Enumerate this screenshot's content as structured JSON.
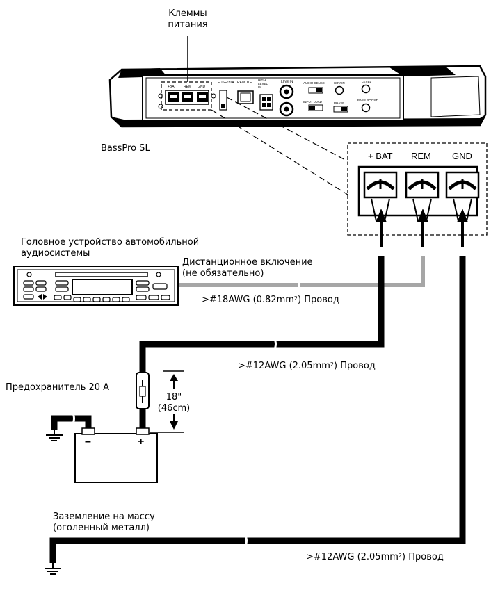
{
  "labels": {
    "terminals_title_line1": "Клеммы",
    "terminals_title_line2": "питания",
    "model": "BassPro SL",
    "head_unit_line1": "Головное устройство автомобильной",
    "head_unit_line2": "аудиосистемы",
    "remote_line1": "Дистанционное включение",
    "remote_line2": "(не обязательно)",
    "fuse": "Предохранитель 20 А",
    "ground_line1": "Заземление на массу",
    "ground_line2": "(оголенный металл)"
  },
  "wires": {
    "remote": {
      "prefix": ">#18AWG (0.82mm",
      "sup": "2",
      "suffix": ") Провод"
    },
    "power": {
      "prefix": ">#12AWG (2.05mm",
      "sup": "2",
      "suffix": ") Провод"
    },
    "ground": {
      "prefix": ">#12AWG (2.05mm",
      "sup": "2",
      "suffix": ") Провод"
    }
  },
  "distance": {
    "inches": "18\"",
    "cm": "(46cm)"
  },
  "terminals": [
    "+ BAT",
    "REM",
    "GND"
  ],
  "battery": {
    "neg": "–",
    "pos": "+"
  },
  "amp_panel": {
    "terminal_labels": [
      "+BAT",
      "REM",
      "GND"
    ],
    "fuse": "FUSE/30A",
    "remote": "REMOTE",
    "high_level_line1": "HIGH",
    "high_level_line2": "LEVEL",
    "high_level_line3": "IN",
    "line_in": "LINE IN",
    "audio_sense": "AUDIO SENSE",
    "input_load": "INPUT LOAD",
    "xover": "XOVER",
    "phase": "PHASE",
    "level": "LEVEL",
    "bass_boost": "BASS BOOST"
  },
  "colors": {
    "wire_black": "#000000",
    "wire_remote": "#a6a6a6",
    "outline": "#000000"
  }
}
